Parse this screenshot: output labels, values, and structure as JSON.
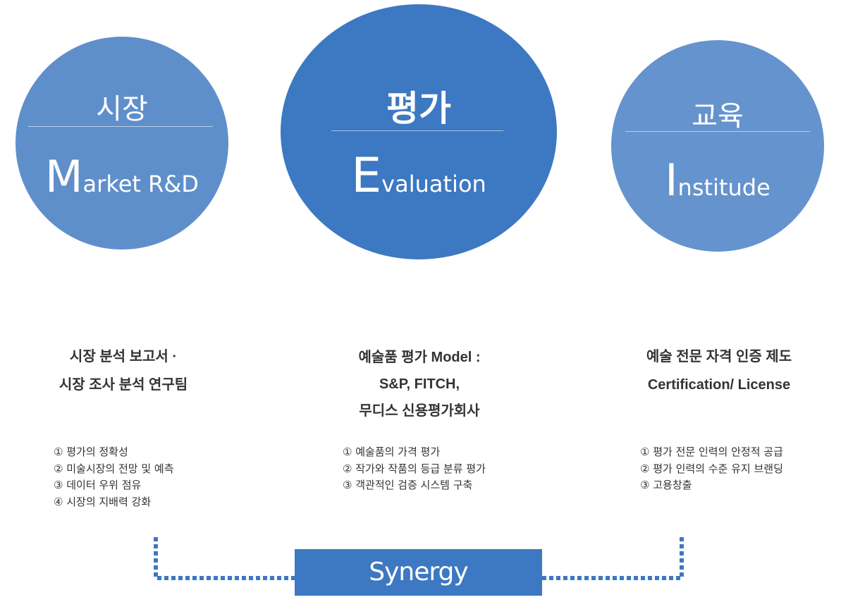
{
  "circles": {
    "left": {
      "kr": "시장",
      "en_initial": "M",
      "en_rest": "arket R&D"
    },
    "mid": {
      "kr": "평가",
      "en_initial": "E",
      "en_rest": "valuation"
    },
    "right": {
      "kr": "교육",
      "en_initial": "I",
      "en_rest": "nstitude"
    }
  },
  "headings": {
    "left": [
      "시장 분석 보고서 ·",
      "시장 조사 분석 연구팀"
    ],
    "mid": [
      "예술품 평가 Model :",
      "S&P, FITCH,",
      "무디스 신용평가회사"
    ],
    "right": [
      "예술 전문 자격 인증 제도",
      "Certification/ License"
    ]
  },
  "lists": {
    "left": [
      "① 평가의 정확성",
      "② 미술시장의 전망 및 예측",
      "③ 데이터 우위 점유",
      "④ 시장의 지배력 강화"
    ],
    "mid": [
      "① 예술품의 가격 평가",
      "② 작가와 작품의 등급 분류 평가",
      "③ 객관적인 검증 시스템 구축"
    ],
    "right": [
      "① 평가 전문 인력의 안정적 공급",
      "② 평가 인력의 수준 유지 브랜딩",
      "③ 고용창출"
    ]
  },
  "synergy": "Synergy",
  "colors": {
    "circle_left": "#5f8fcb",
    "circle_mid": "#3d78c2",
    "circle_right": "#6593cd",
    "connector": "#3d78c2",
    "text": "#333333"
  }
}
